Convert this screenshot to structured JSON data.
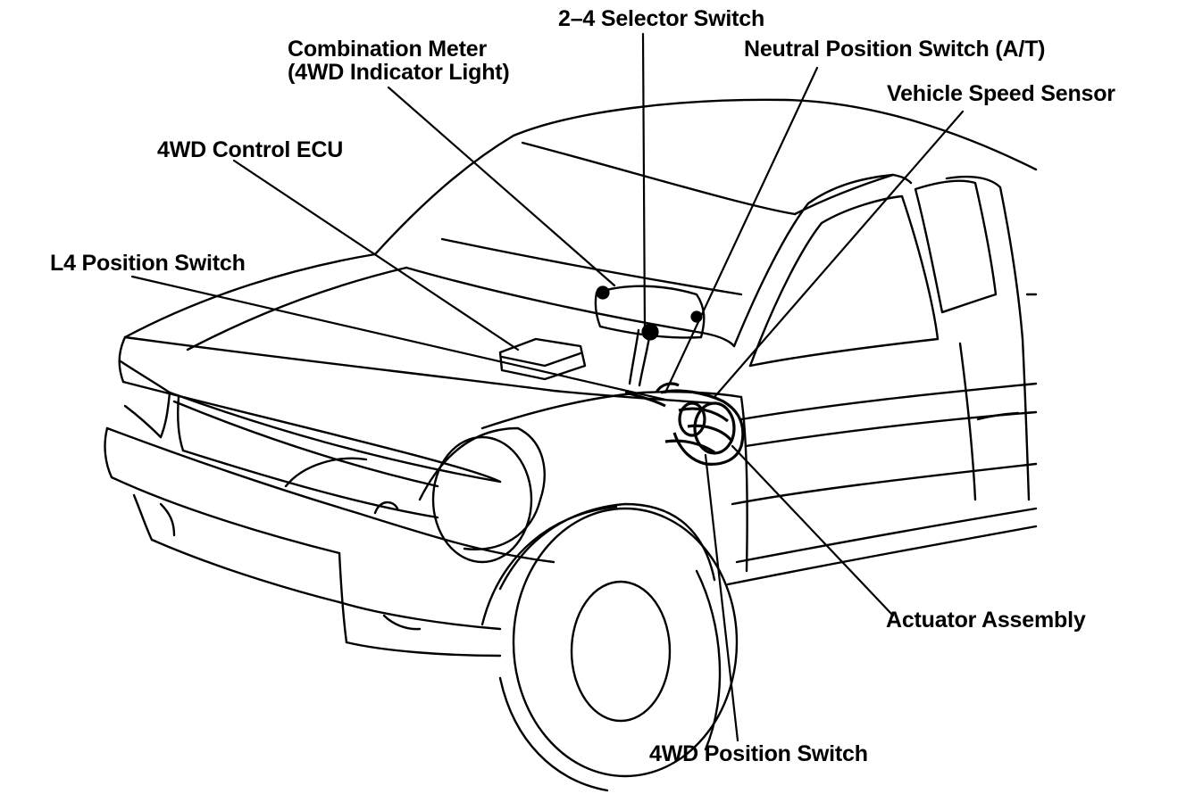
{
  "diagram": {
    "labels": {
      "selector_switch": "2–4 Selector Switch",
      "combination_meter_line1": "Combination Meter",
      "combination_meter_line2": "(4WD Indicator Light)",
      "neutral_position_switch": "Neutral Position Switch (A/T)",
      "vehicle_speed_sensor": "Vehicle Speed Sensor",
      "control_ecu": "4WD Control ECU",
      "l4_position_switch": "L4 Position Switch",
      "actuator_assembly": "Actuator Assembly",
      "position_switch_4wd": "4WD Position Switch"
    }
  }
}
